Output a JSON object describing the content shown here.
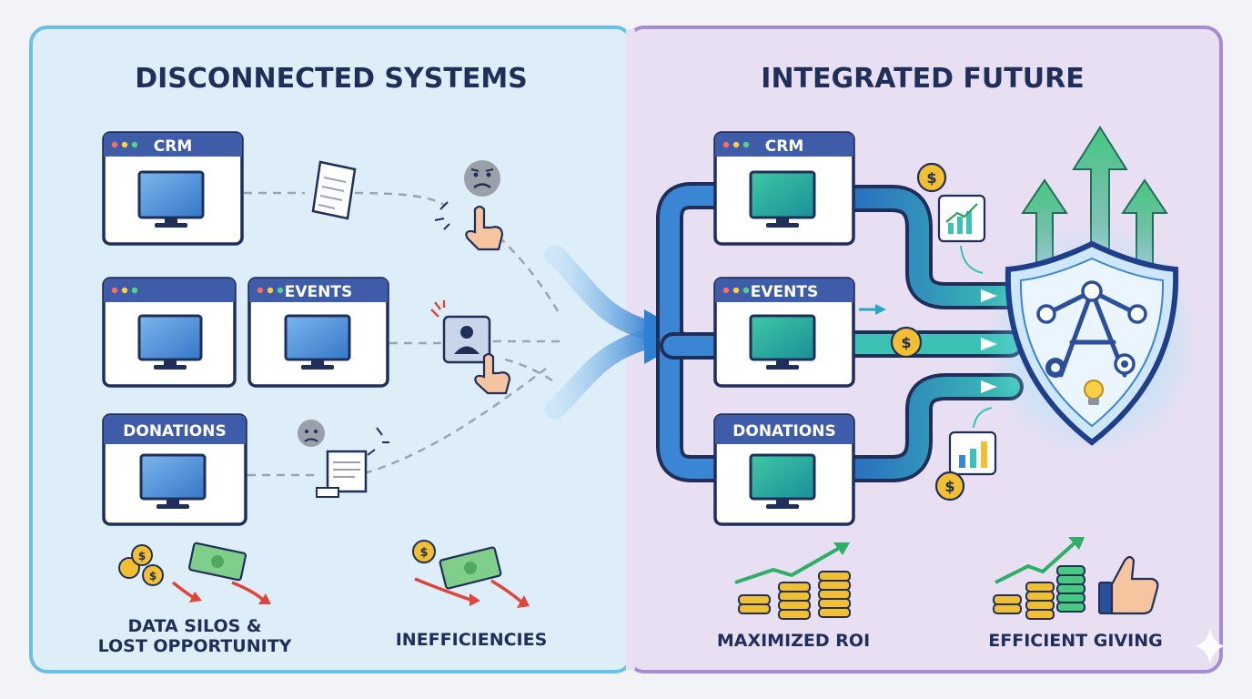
{
  "left_panel": {
    "title": "DISCONNECTED SYSTEMS",
    "windows": [
      {
        "label": "CRM"
      },
      {
        "label": ""
      },
      {
        "label": "EVENTS"
      },
      {
        "label": "DONATIONS"
      }
    ],
    "captions": {
      "silos_line1": "DATA SILOS &",
      "silos_line2": "LOST OPPORTUNITY",
      "inefficiencies": "INEFFICIENCIES"
    }
  },
  "right_panel": {
    "title": "INTEGRATED FUTURE",
    "windows": [
      {
        "label": "CRM"
      },
      {
        "label": "EVENTS"
      },
      {
        "label": "DONATIONS"
      }
    ],
    "captions": {
      "roi": "MAXIMIZED ROI",
      "giving": "EFFICIENT GIVING"
    }
  },
  "icons": {
    "currency_symbol": "$"
  },
  "colors": {
    "left_bg": "#deeef8",
    "right_bg": "#e8dff2",
    "left_border": "#6cc0e6",
    "right_border": "#a98bd0",
    "navy": "#1f2f5a",
    "window_bar": "#3e5ca8",
    "screen_blue": "#4d8fdb",
    "screen_teal": "#1fa89a",
    "pipe_blue": "#2e7ac8",
    "pipe_teal": "#3cc2b4",
    "arrow_green": "#3dbd79",
    "coin_gold": "#f2be32",
    "loss_red": "#e0443a"
  }
}
